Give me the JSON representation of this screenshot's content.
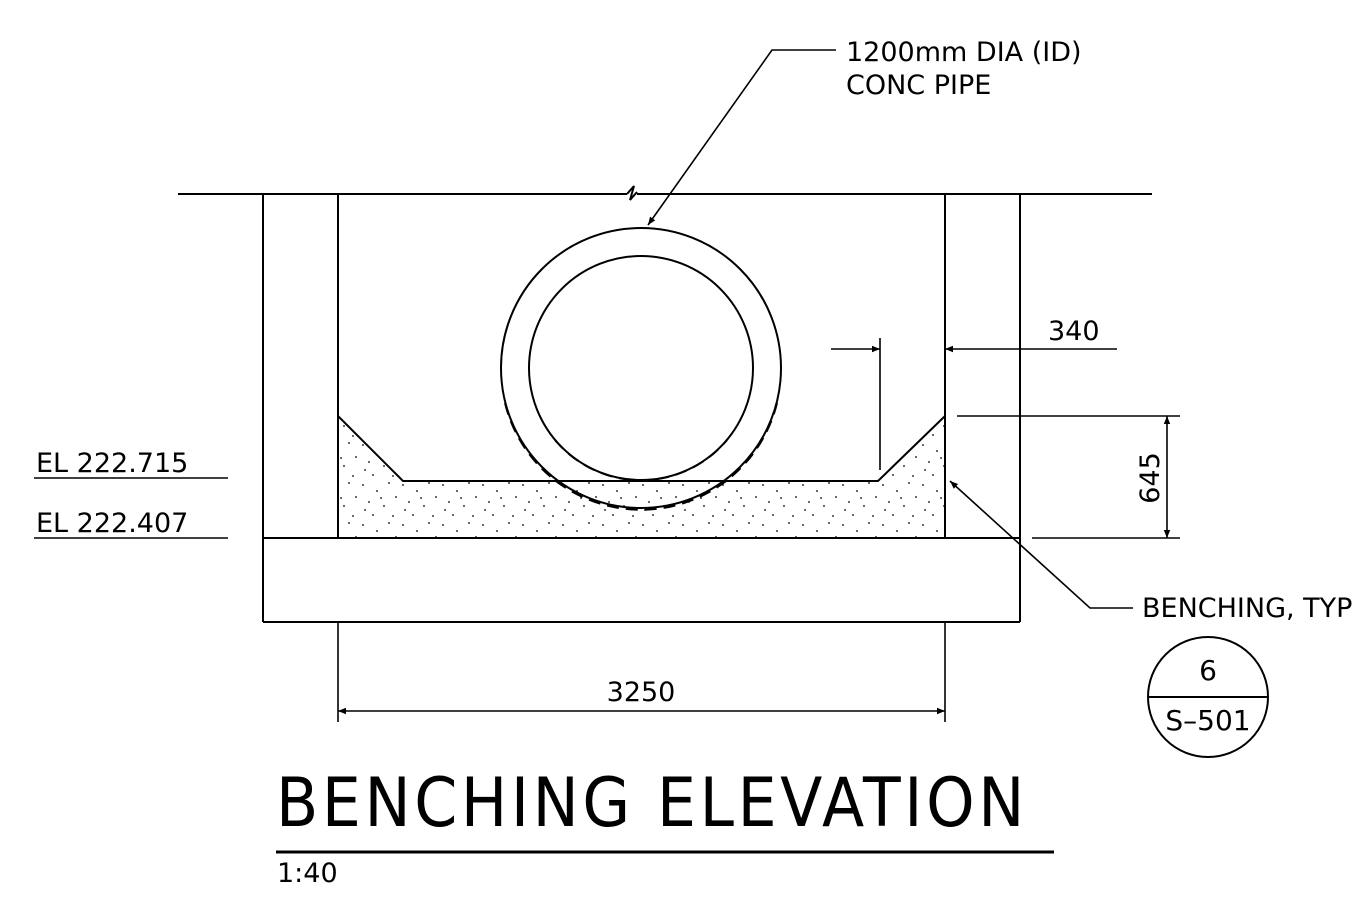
{
  "pipe": {
    "label_line1": "1200mm DIA (ID)",
    "label_line2": "CONC PIPE"
  },
  "elevations": {
    "upper": "EL 222.715",
    "lower": "EL 222.407"
  },
  "dimensions": {
    "wall_offset": "340",
    "bench_height": "645",
    "inner_width": "3250"
  },
  "benching_note": "BENCHING, TYP",
  "section_ref": {
    "detail": "6",
    "sheet": "S–501"
  },
  "title": "BENCHING ELEVATION",
  "scale": "1:40",
  "colors": {
    "line": "#000000",
    "background": "#ffffff"
  }
}
